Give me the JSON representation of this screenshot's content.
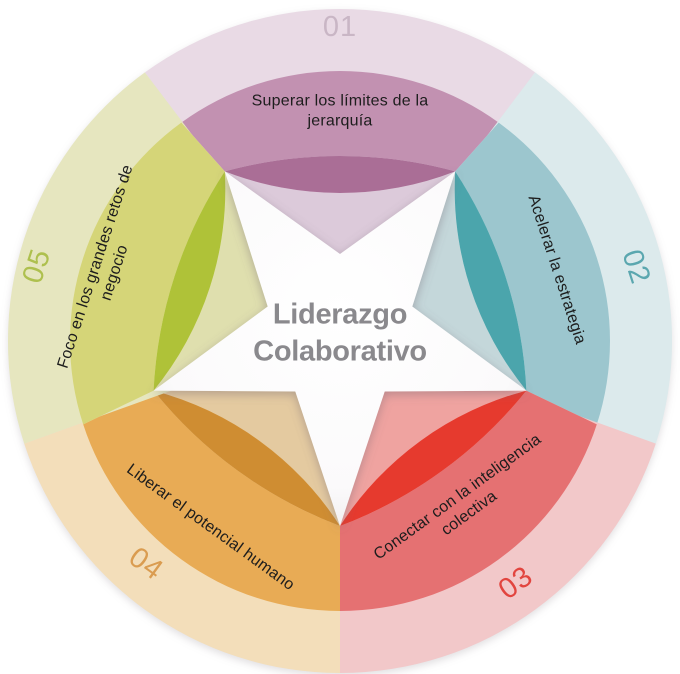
{
  "title": {
    "text": "Liderazgo\nColaborativo"
  },
  "segments": [
    {
      "number": "01",
      "label": "Superar los límites de la\njerarquía",
      "colors": {
        "light": "#e9dae5",
        "inner": "#dccada",
        "medium": "#c291b1",
        "dark": "#aa6e96",
        "number": "#c9b6c5"
      }
    },
    {
      "number": "02",
      "label": "Acelerar la estrategia",
      "colors": {
        "light": "#dceaec",
        "inner": "#c4d7da",
        "medium": "#9cc6ce",
        "dark": "#4ba5ac",
        "number": "#5ba7af"
      }
    },
    {
      "number": "03",
      "label": "Conectar con la inteligencia\ncolectiva",
      "colors": {
        "light": "#f2c8c9",
        "inner": "#efa3a0",
        "medium": "#e57172",
        "dark": "#e63a2e",
        "number": "#e2453f"
      }
    },
    {
      "number": "04",
      "label": "Liberar el potencial humano",
      "colors": {
        "light": "#f3deba",
        "inner": "#e4caa0",
        "medium": "#e8ab55",
        "dark": "#cf8d32",
        "number": "#da9c50"
      }
    },
    {
      "number": "05",
      "label": "Foco en los grandes retos de\nnegocio",
      "colors": {
        "light": "#e6e6bf",
        "inner": "#dfdfae",
        "medium": "#d5d578",
        "dark": "#afc238",
        "number": "#aec04e"
      }
    }
  ]
}
